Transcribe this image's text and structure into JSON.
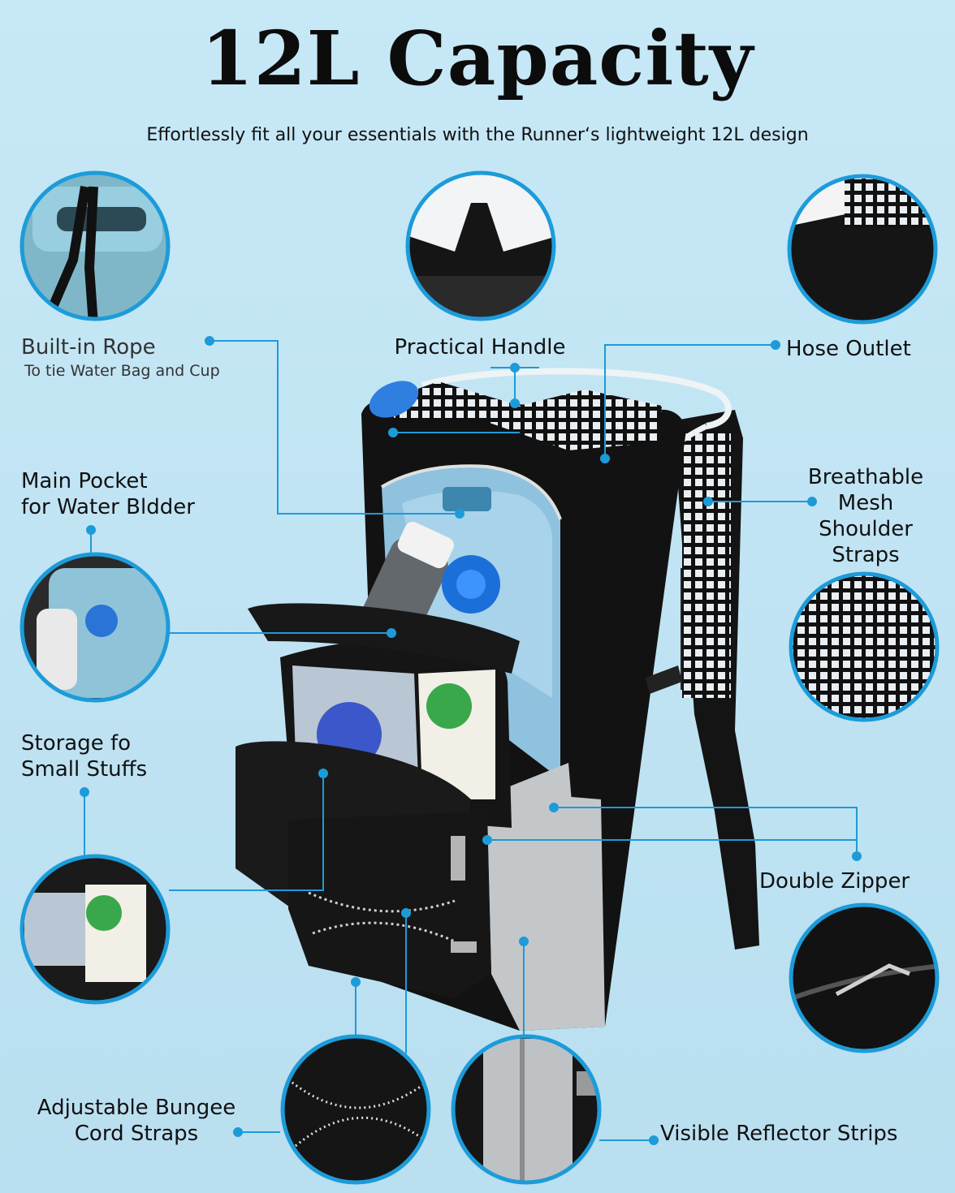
{
  "title": "12L Capacity",
  "subtitle": "Effortlessly fit all your essentials with the Runner‘s lightweight 12L design",
  "accent_color": "#1d9bd9",
  "labels": {
    "rope_title": "Built-in Rope",
    "rope_sub": "To tie Water Bag and Cup",
    "handle": "Practical Handle",
    "hose": "Hose Outlet",
    "main_pocket_1": "Main Pocket",
    "main_pocket_2": "for Water Bldder",
    "mesh_1": "Breathable",
    "mesh_2": "Mesh",
    "mesh_3": "Shoulder",
    "mesh_4": "Straps",
    "storage_1": "Storage fo",
    "storage_2": "Small Stuffs",
    "zipper": "Double Zipper",
    "bungee_1": "Adjustable Bungee",
    "bungee_2": "Cord Straps",
    "reflector": "Visible Reflector Strips"
  }
}
